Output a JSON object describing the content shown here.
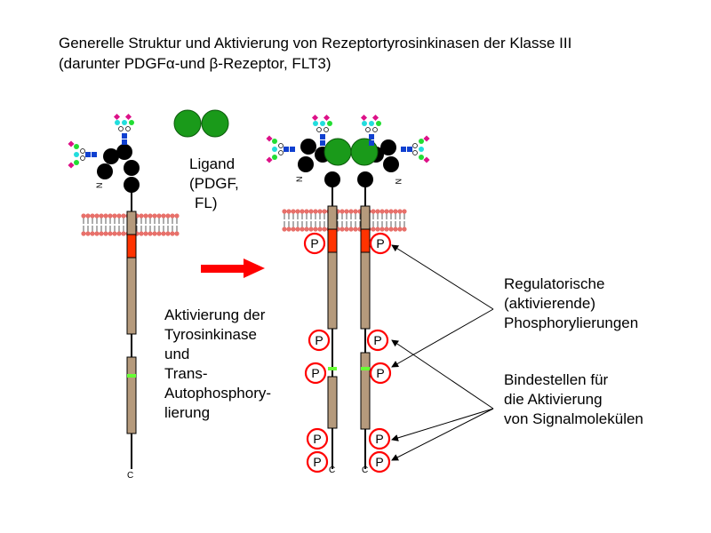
{
  "title": {
    "line1": "Generelle Struktur und Aktivierung von Rezeptortyrosinkinasen der Klasse III",
    "line2": "(darunter PDGFα-und β-Rezeptor, FLT3)"
  },
  "ligand": {
    "line1": "Ligand",
    "line2": "(PDGF,",
    "line3": "FL)"
  },
  "activation": {
    "line1": "Aktivierung der",
    "line2": "Tyrosinkinase",
    "line3": "und",
    "line4": "Trans-",
    "line5": "Autophosphory-",
    "line6": "lierung"
  },
  "regulatory": {
    "line1": "Regulatorische",
    "line2": "(aktivierende)",
    "line3": "Phosphorylierungen"
  },
  "binding": {
    "line1": "Bindestellen für",
    "line2": "die Aktivierung",
    "line3": "von Signalmolekülen"
  },
  "terminus": {
    "n": "N",
    "c": "C"
  },
  "phospho_label": "P",
  "colors": {
    "membrane_head": "#e8706a",
    "receptor_body": "#b59a7c",
    "tm_highlight": "#ff3300",
    "kinase_insert": "#66ff33",
    "ligand": "#1a9a1a",
    "ig_domain": "#000000",
    "arrow": "#ff0000",
    "phospho_ring": "#ff0000",
    "glycan_blue": "#1040d0",
    "glycan_green": "#22dd33",
    "glycan_cyan": "#22dddd",
    "glycan_magenta": "#dd1188"
  }
}
